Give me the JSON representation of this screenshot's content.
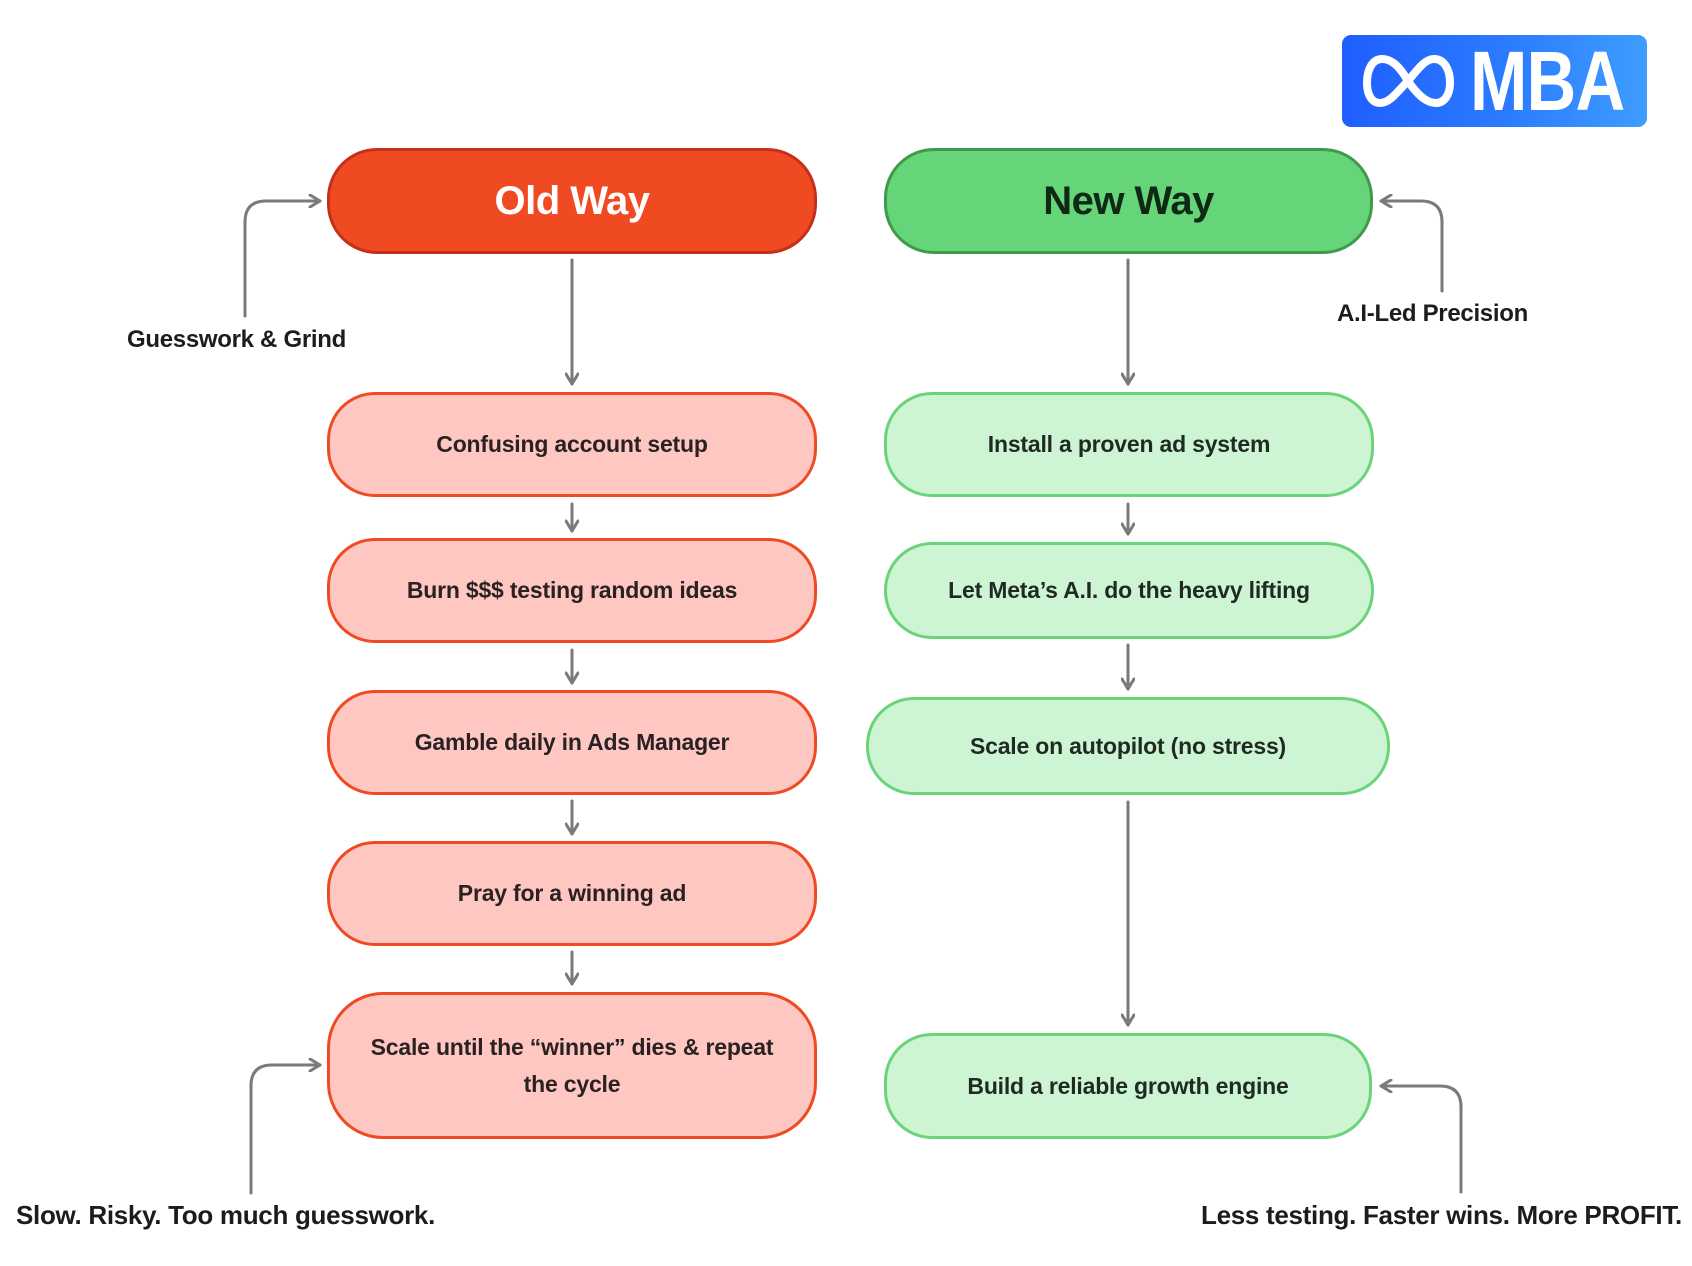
{
  "brand": {
    "logo_icon": "infinity-icon",
    "logo_text": "MBA",
    "gradient_colors": [
      "#1F5EFF",
      "#3E9DFF"
    ]
  },
  "old_way": {
    "title": "Old Way",
    "color": "#F04A23",
    "annotation_top": "Guesswork & Grind",
    "annotation_bottom": "Slow. Risky. Too much guesswork.",
    "steps": [
      "Confusing account setup",
      "Burn $$$ testing random ideas",
      "Gamble daily in Ads Manager",
      "Pray for a winning ad",
      "Scale until the “winner” dies & repeat the cycle"
    ]
  },
  "new_way": {
    "title": "New Way",
    "color": "#66D478",
    "annotation_top": "A.I-Led Precision",
    "annotation_bottom": "Less testing. Faster wins. More PROFIT.",
    "steps": [
      "Install a proven ad system",
      "Let Meta’s A.I. do the heavy lifting",
      "Scale on autopilot (no stress)",
      "Build a reliable growth engine"
    ]
  },
  "connector_color": "#7A7A7A"
}
